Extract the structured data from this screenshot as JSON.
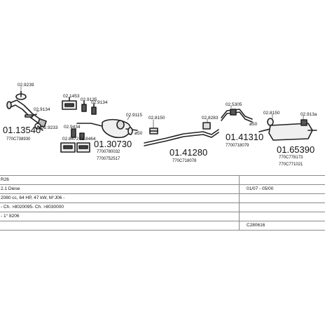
{
  "parts": {
    "p1": {
      "code": "01.13540",
      "oe": "770C738930",
      "small_a": "02.9239",
      "small_b": "02.9134",
      "small_c": "02.9233"
    },
    "p2": {
      "small_a": "02.1453",
      "small_b": "02.9135",
      "small_c": "02.9134",
      "small_d": "02.9434",
      "small_e": "02.8464",
      "small_f": "02.8472"
    },
    "p3": {
      "code": "01.30730",
      "oe1": "7700780032",
      "oe2": "7700752517",
      "small_a": "02.9115",
      "small_b": "ø50"
    },
    "p4": {
      "code": "01.41280",
      "oe": "770C718078",
      "small_a": "02.8150"
    },
    "p5": {
      "code": "01.41310",
      "oe": "7700718079",
      "small_a": "02.8283",
      "small_b": "02.5305",
      "small_c": "ø50"
    },
    "p6": {
      "code": "01.65390",
      "oe1": "770C778173",
      "oe2": "770C771021",
      "small_a": "02.8150",
      "small_b": "02.913a"
    }
  },
  "table": {
    "row1": {
      "left": "R26",
      "right": ""
    },
    "row2": {
      "left": "2.1 Diese",
      "right": "01/07 - 05/00"
    },
    "row3": {
      "left": "2080 cc, 64 HP, 47 kW, M°J06 -",
      "right": ""
    },
    "row4": {
      "left": "- Ch. >8020095- Ch. >8030000",
      "right": ""
    },
    "row5": {
      "left": "- 1° 8206",
      "right": ""
    },
    "row6": {
      "left": "",
      "right": "C280616"
    }
  }
}
